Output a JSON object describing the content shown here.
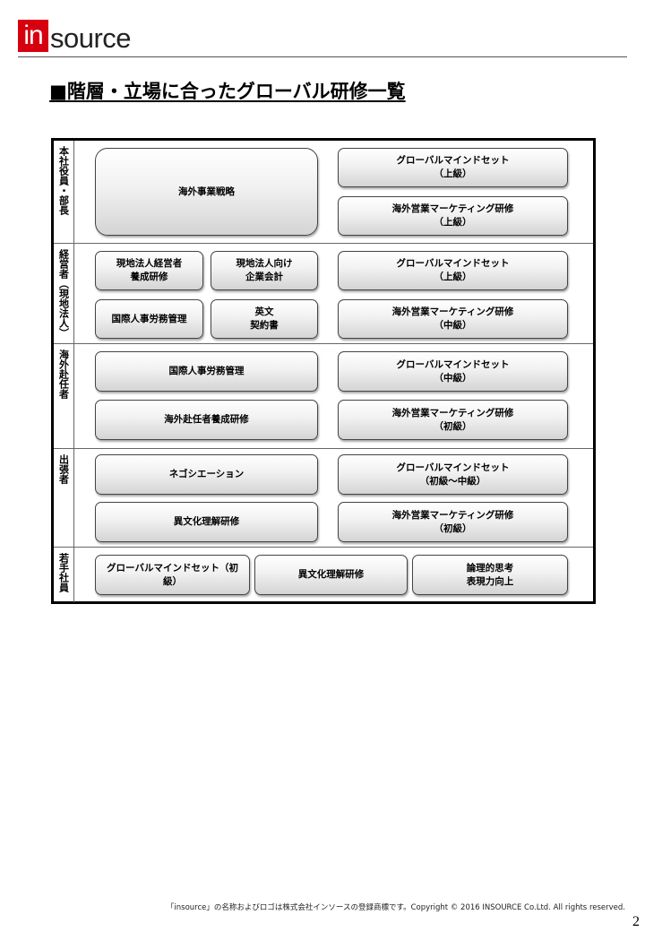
{
  "logo": {
    "mark": "in",
    "rest": "source",
    "brand_color": "#d7000f"
  },
  "title": "■階層・立場に合ったグローバル研修一覧",
  "rows": [
    {
      "label": "本社役員・部長",
      "cells": [
        "海外事業戦略",
        "グローバルマインドセット\n（上級）",
        "海外営業マーケティング研修\n（上級）"
      ]
    },
    {
      "label": "経営者（現地法人）",
      "cells": [
        "現地法人経営者\n養成研修",
        "現地法人向け\n企業会計",
        "国際人事労務管理",
        "英文\n契約書",
        "グローバルマインドセット\n（上級）",
        "海外営業マーケティング研修\n（中級）"
      ]
    },
    {
      "label": "海外赴任者",
      "cells": [
        "国際人事労務管理",
        "海外赴任者養成研修",
        "グローバルマインドセット\n（中級）",
        "海外営業マーケティング研修\n（初級）"
      ]
    },
    {
      "label": "出張者",
      "cells": [
        "ネゴシエーション",
        "異文化理解研修",
        "グローバルマインドセット\n（初級～中級）",
        "海外営業マーケティング研修\n（初級）"
      ]
    },
    {
      "label": "若手社員",
      "cells": [
        "グローバルマインドセット（初\n級）",
        "異文化理解研修",
        "論理的思考\n表現力向上"
      ]
    }
  ],
  "footer": "「insource」の名称およびロゴは株式会社インソースの登録商標です。Copyright © 2016 INSOURCE Co.Ltd. All rights reserved.",
  "page_number": "2"
}
